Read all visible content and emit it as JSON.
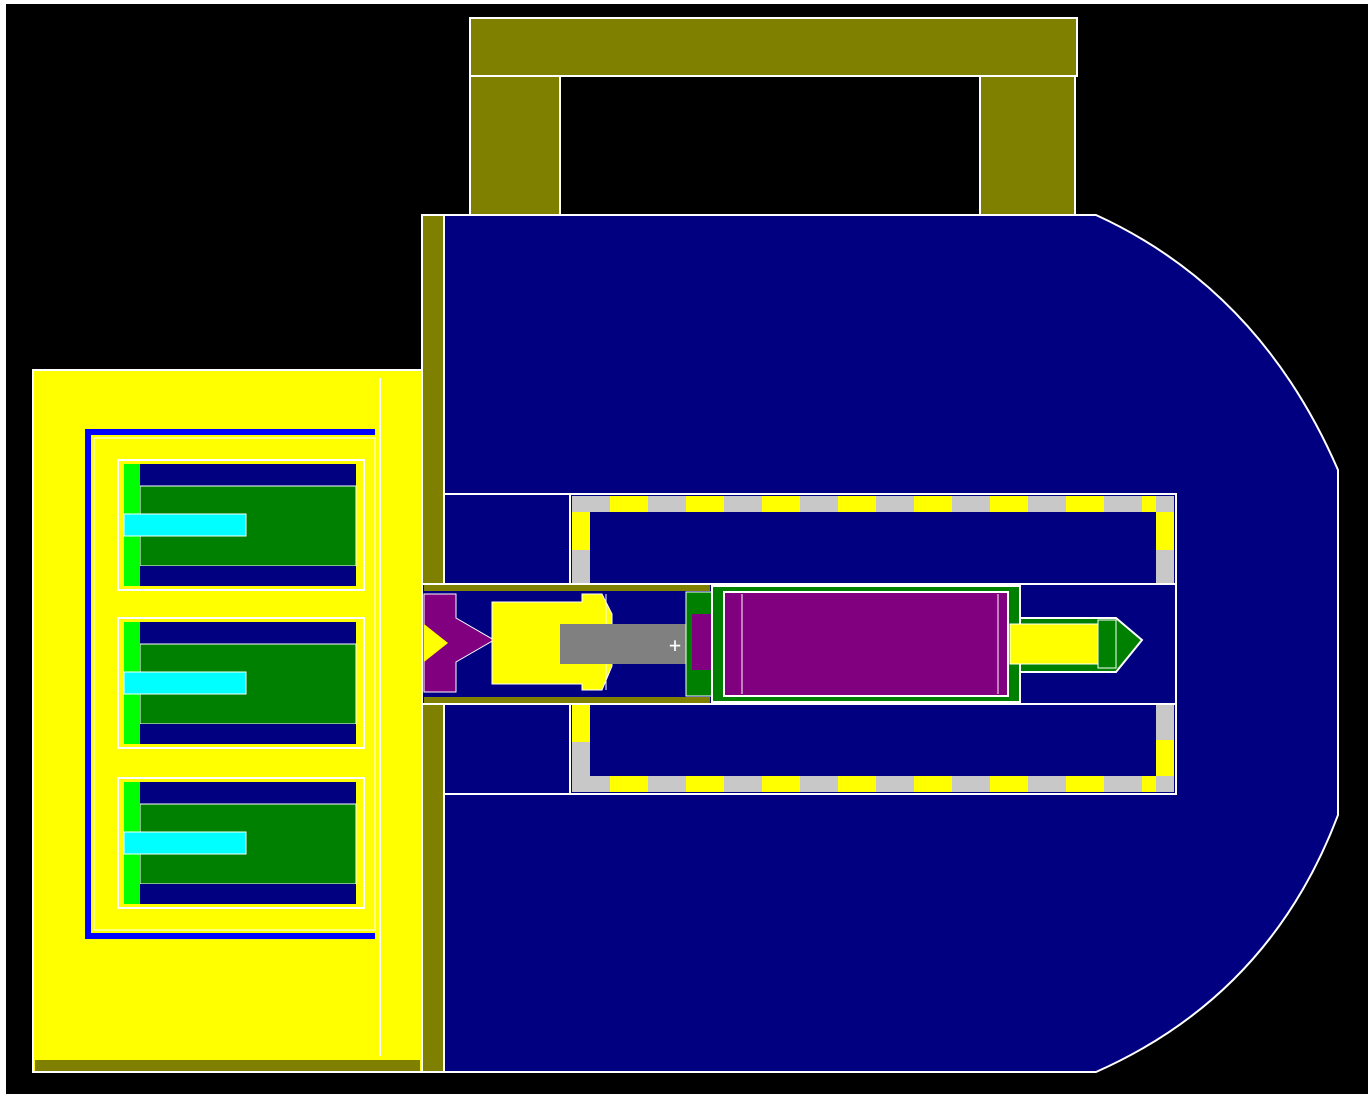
{
  "diagram": {
    "colors": {
      "background": "#000000",
      "page": "#ffffff",
      "outline": "#ffffff",
      "body_fill": "#000080",
      "olive": "#808000",
      "yellow": "#ffff00",
      "green": "#008000",
      "bright_green": "#00ff00",
      "cyan": "#00ffff",
      "purple": "#800080",
      "gray": "#808080",
      "light_gray": "#c8c8c8",
      "blue_frame": "#0000ff"
    },
    "cursor_symbol": "+",
    "components": [
      "olive-handle",
      "navy-main-body",
      "yellow-side-box",
      "olive-divider-plate",
      "nested-cylinder-modules",
      "central-channel",
      "dashed-inner-frame",
      "purple-cylinder",
      "gray-rod",
      "green-tip"
    ]
  }
}
